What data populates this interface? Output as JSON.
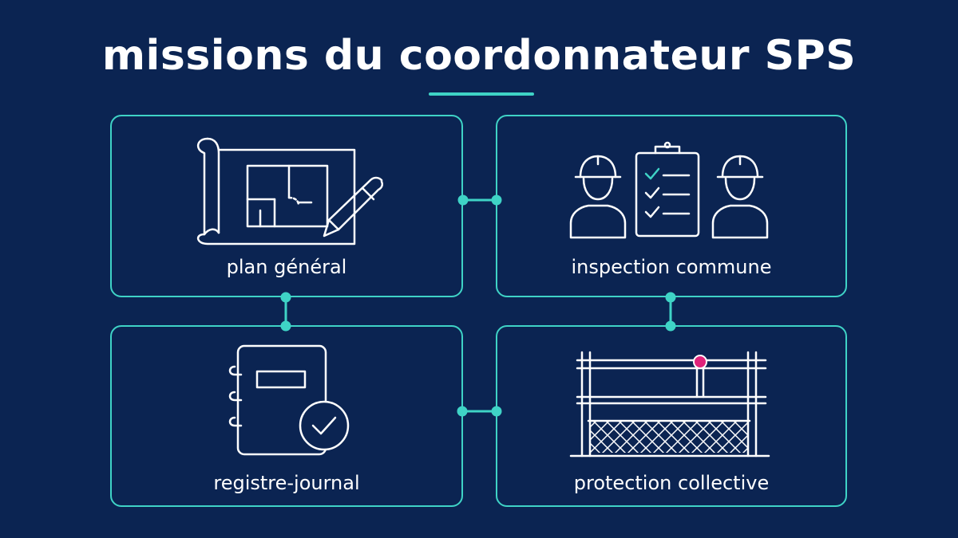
{
  "header": {
    "title": "missions du coordonnateur SPS"
  },
  "cards": [
    {
      "label": "plan général",
      "icon": "blueprint-pencil-icon"
    },
    {
      "label": "inspection commune",
      "icon": "workers-checklist-icon"
    },
    {
      "label": "registre-journal",
      "icon": "notebook-check-icon"
    },
    {
      "label": "protection collective",
      "icon": "guardrail-net-icon"
    }
  ],
  "colors": {
    "background": "#0b2452",
    "accent": "#3fd3c6",
    "text": "#ffffff",
    "highlight": "#e0237a"
  }
}
